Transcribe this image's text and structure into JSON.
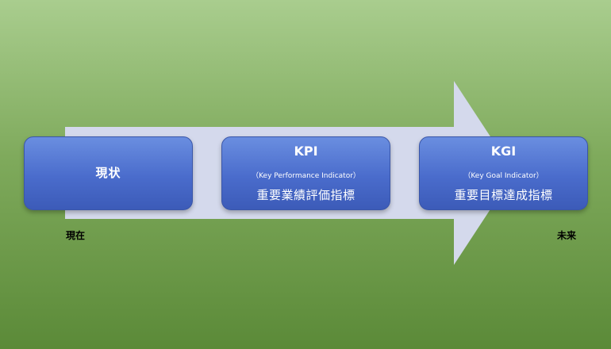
{
  "diagram": {
    "boxes": [
      {
        "label": "現状"
      },
      {
        "title": "KPI",
        "subtitle": "（Key Performance Indicator）",
        "label": "重要業績評価指標"
      },
      {
        "title": "KGI",
        "subtitle": "（Key Goal Indicator）",
        "label": "重要目標達成指標"
      }
    ],
    "start_label": "現在",
    "end_label": "未来",
    "colors": {
      "background_top": "#a9cd8e",
      "background_bottom": "#5b8a38",
      "arrow": "#d4d9ec",
      "box": "#4a6ccc",
      "box_text": "#ffffff"
    }
  }
}
